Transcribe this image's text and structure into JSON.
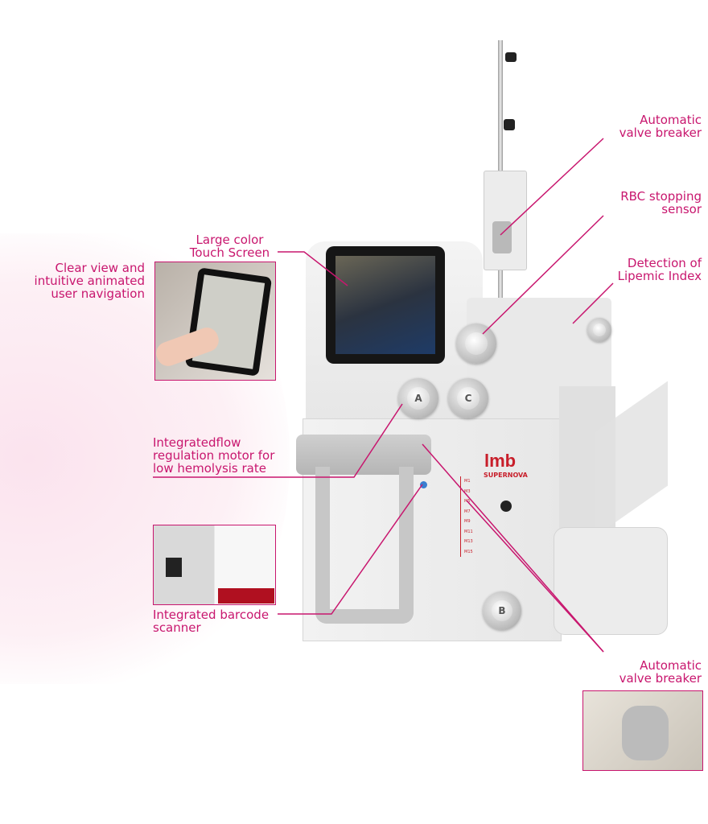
{
  "callouts": {
    "valve_breaker_top": [
      "Automatic",
      "valve breaker"
    ],
    "rbc_sensor": [
      "RBC stopping",
      "sensor"
    ],
    "lipemic": [
      "Detection of",
      "Lipemic Index"
    ],
    "touch_screen": [
      "Large color",
      "Touch Screen"
    ],
    "clear_view": [
      "Clear view and",
      "intuitive animated",
      "user navigation"
    ],
    "flow_motor": [
      "Integratedflow",
      "regulation motor for",
      "low hemolysis rate"
    ],
    "barcode": [
      "Integrated barcode",
      "scanner"
    ],
    "valve_breaker_bottom": [
      "Automatic",
      "valve breaker"
    ]
  },
  "device": {
    "brand": "lmb",
    "model": "SUPERNOVA",
    "button_a": "A",
    "button_c": "C",
    "button_b": "B",
    "scale_marks": [
      "M1",
      "M3",
      "M5",
      "M7",
      "M9",
      "M11",
      "M13",
      "M15"
    ]
  },
  "colors": {
    "accent": "#c8166e",
    "body": "#ececec"
  }
}
